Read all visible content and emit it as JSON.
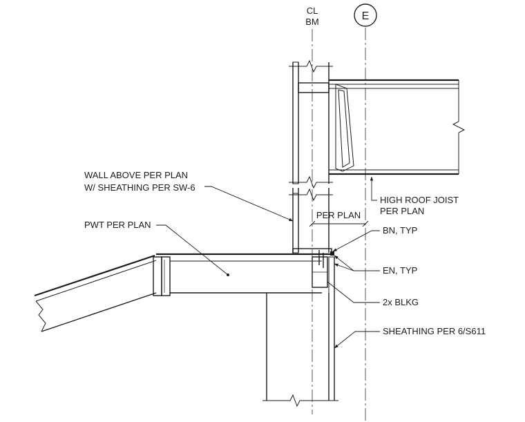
{
  "grid_bubble": {
    "label": "E"
  },
  "centerline_tag": {
    "line1": "CL",
    "line2": "BM"
  },
  "labels": {
    "wall_above_1": "WALL ABOVE PER PLAN",
    "wall_above_2": "W/ SHEATHING PER SW-6",
    "pwt": "PWT PER PLAN",
    "per_plan_dim": "PER PLAN",
    "bn": "BN, TYP",
    "en": "EN, TYP",
    "blkg": "2x BLKG",
    "sheathing": "SHEATHING PER 6/S611",
    "joist_1": "HIGH ROOF JOIST",
    "joist_2": "PER PLAN"
  }
}
